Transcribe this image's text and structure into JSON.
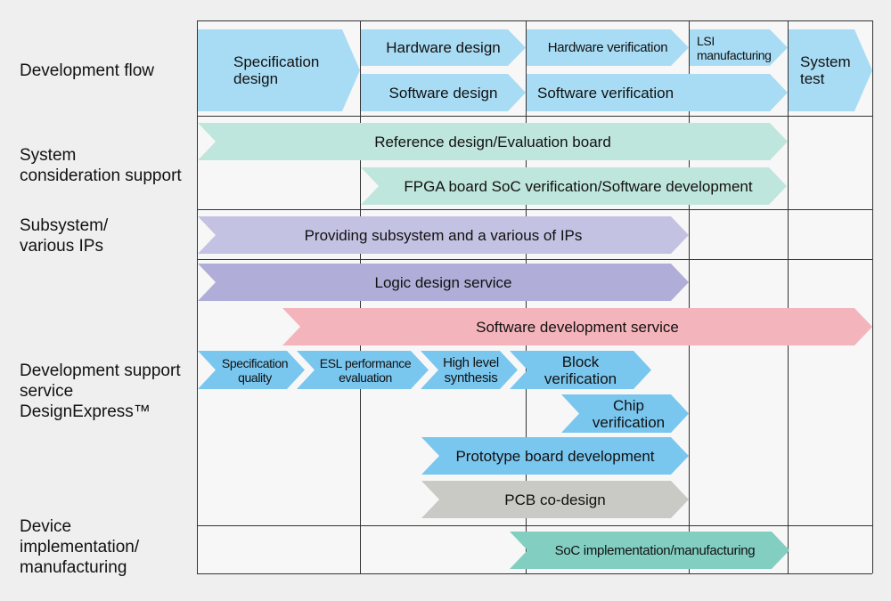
{
  "rows": {
    "development_flow": "Development flow",
    "system_consideration": "System\nconsideration support",
    "subsystem_ips": "Subsystem/\nvarious IPs",
    "development_support": "Development support\nservice\nDesignExpress™",
    "device_implementation": "Device\nimplementation/\nmanufacturing"
  },
  "flow": {
    "specification_design": "Specification\ndesign",
    "hardware_design": "Hardware design",
    "software_design": "Software design",
    "hardware_verification": "Hardware verification",
    "software_verification": "Software verification",
    "lsi_manufacturing": "LSI\nmanufacturing",
    "system_test": "System\ntest"
  },
  "system_support": {
    "reference_design": "Reference design/Evaluation board",
    "fpga_board": "FPGA board SoC verification/Software development"
  },
  "subsystem": {
    "providing": "Providing subsystem and a various of IPs"
  },
  "services": {
    "logic_design": "Logic design service",
    "software_development": "Software development service",
    "specification_quality": "Specification\nquality",
    "esl_performance": "ESL performance\nevaluation",
    "high_level_synthesis": "High level\nsynthesis",
    "block_verification": "Block\nverification",
    "chip_verification": "Chip\nverification",
    "prototype_board": "Prototype board development",
    "pcb_codesign": "PCB co-design"
  },
  "implementation": {
    "soc_implementation": "SoC implementation/manufacturing"
  },
  "colors": {
    "flow_arrow": "#a8dcf4",
    "reference_arrow": "#bfe6dc",
    "subsystem_arrow": "#c4c2e2",
    "logic_arrow": "#b0aed8",
    "software_service_arrow": "#f4b4bb",
    "design_step_arrow": "#79c6ef",
    "pcb_arrow": "#c9c9c6",
    "soc_arrow": "#82cfc2"
  }
}
